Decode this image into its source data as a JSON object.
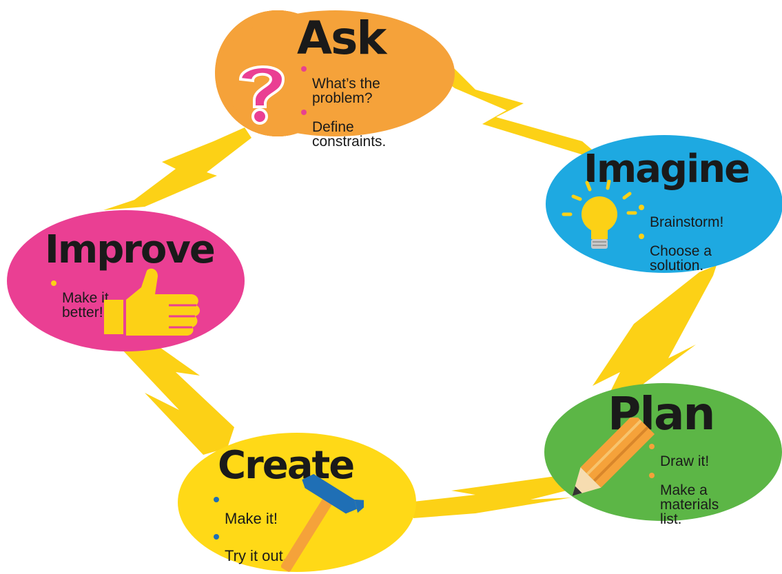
{
  "colors": {
    "bolt": "#fcd116",
    "ask": "#f5a23a",
    "imagine": "#1ea9e1",
    "plan": "#5cb646",
    "create": "#ffd917",
    "improve": "#ea3f93",
    "text": "#1a1a1a"
  },
  "stages": {
    "ask": {
      "title": "Ask",
      "icon": "question-mark-icon",
      "bullet_color": "#e8418f",
      "items": [
        "What’s the\nproblem?",
        "Define\nconstraints."
      ]
    },
    "imagine": {
      "title": "Imagine",
      "icon": "lightbulb-icon",
      "bullet_color": "#fcd116",
      "items": [
        "Brainstorm!",
        "Choose a\nsolution."
      ]
    },
    "plan": {
      "title": "Plan",
      "icon": "pencil-icon",
      "bullet_color": "#f5a23a",
      "items": [
        "Draw it!",
        "Make a\nmaterials\nlist."
      ]
    },
    "create": {
      "title": "Create",
      "icon": "hammer-icon",
      "bullet_color": "#1f6fb5",
      "items": [
        "Make it!",
        "Try it out."
      ]
    },
    "improve": {
      "title": "Improve",
      "icon": "thumbs-up-icon",
      "bullet_color": "#fcd116",
      "items": [
        "Make it\nbetter!"
      ]
    }
  }
}
